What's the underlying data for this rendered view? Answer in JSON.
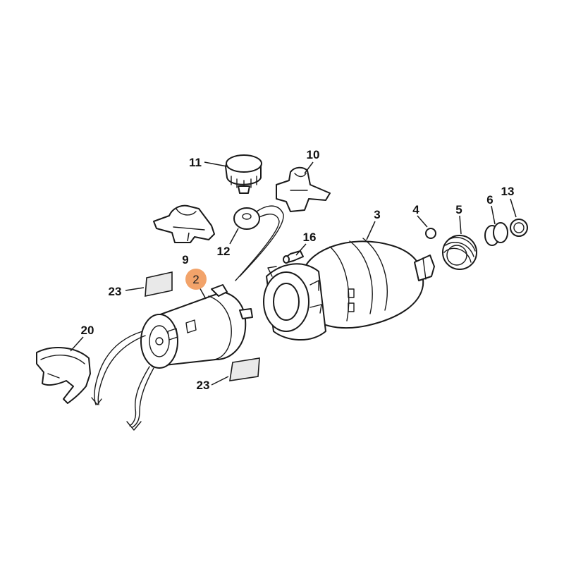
{
  "diagram": {
    "highlight_color": "#f2a36a",
    "line_color": "#1a1a1a",
    "background": "#ffffff",
    "highlighted_callout": "2",
    "callouts": {
      "c2": "2",
      "c3": "3",
      "c4": "4",
      "c5": "5",
      "c6": "6",
      "c9": "9",
      "c10": "10",
      "c11": "11",
      "c12": "12",
      "c13": "13",
      "c16": "16",
      "c20": "20",
      "c23a": "23",
      "c23b": "23"
    }
  }
}
